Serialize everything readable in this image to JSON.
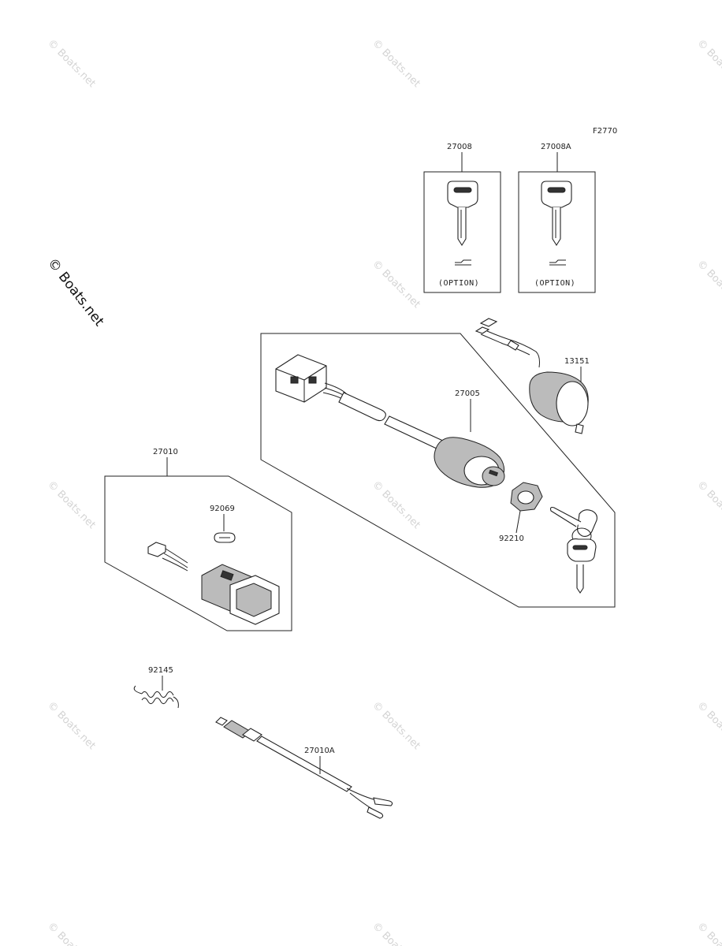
{
  "figure_code": "F2770",
  "brand_watermark": "© Boats.net",
  "faint_watermarks": [
    "© Boats.net",
    "© Boats.net",
    "© Boats.net",
    "© Boats.net",
    "© Boats.net",
    "© Boats.net",
    "© Boats.net",
    "© Boats.net",
    "© Boats.net",
    "© Boats.net",
    "© Boats.net",
    "© Boats.net",
    "© Boats.net",
    "© Boats.net"
  ],
  "parts": {
    "key_blank": {
      "number": "27008",
      "note": "(OPTION)"
    },
    "key_blank_alt": {
      "number": "27008A",
      "note": "(OPTION)"
    },
    "switch_assembly": {
      "number": "27005"
    },
    "socket": {
      "number": "13151"
    },
    "nut": {
      "number": "92210"
    },
    "indicator_switch": {
      "number": "27010"
    },
    "bulb": {
      "number": "92069"
    },
    "spring": {
      "number": "92145"
    },
    "stop_switch": {
      "number": "27010A"
    }
  }
}
